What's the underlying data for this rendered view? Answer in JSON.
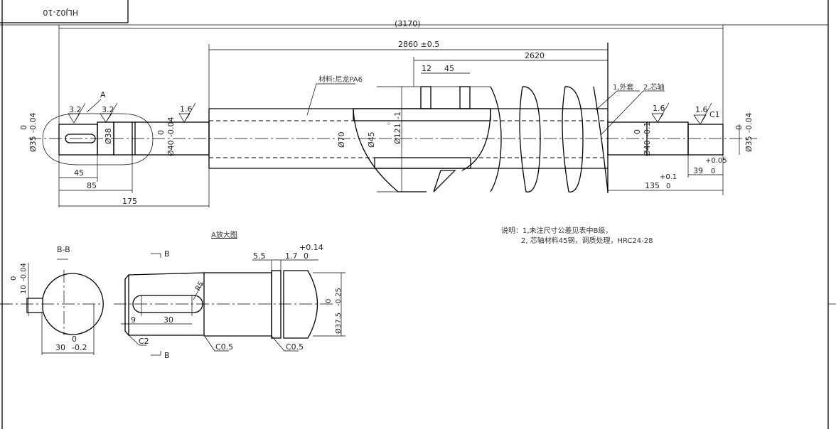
{
  "title_block": {
    "drawing_number": "HLJ02-10"
  },
  "main_view": {
    "dims": {
      "overall": "(3170)",
      "tube_length": "2860 ±0.5",
      "flight_length": "2620",
      "flight_thickness": "12",
      "flight_pitch": "45",
      "d_left_end": "Ø35",
      "d_left_end_tol_upper": "0",
      "d_left_end_tol_lower": "-0.04",
      "d_key_seat": "Ø38",
      "d_left_journal": "Ø40",
      "d_left_journal_tol_upper": "0",
      "d_left_journal_tol_lower": "-0.04",
      "d_tube": "Ø70",
      "d_bore": "Ø45",
      "d_flight": "Ø121",
      "d_flight_tol": "-1",
      "d_flight_tol_upper": "0",
      "len_45": "45",
      "len_85": "85",
      "len_175": "175",
      "d_right_journal": "Ø40",
      "d_right_journal_tol_upper": "0",
      "d_right_journal_tol_lower": "-0.1",
      "d_right_end": "Ø35",
      "d_right_end_tol_upper": "0",
      "d_right_end_tol_lower": "-0.04",
      "len_39": "39",
      "len_39_tol_upper": "+0.05",
      "len_39_tol_lower": "0",
      "len_135": "135",
      "len_135_tol_upper": "+0.1",
      "len_135_tol_lower": "0",
      "chamfer_c1": "C1"
    },
    "roughness": [
      "3.2",
      "3.2",
      "1.6",
      "1.6",
      "1.6"
    ],
    "detail_marker": "A",
    "material_note": "材料:尼龙PA6",
    "part_labels": [
      "1,外套",
      "2,芯轴"
    ]
  },
  "notes": {
    "line1": "说明：1,未注尺寸公差见表中B级，",
    "line2": "2, 芯轴材料45钢，调质处理，HRC24-28"
  },
  "section_bb": {
    "title": "B-B",
    "key_width": "10",
    "key_width_tol_upper": "0",
    "key_width_tol_lower": "-0.04",
    "depth": "30",
    "depth_tol_upper": "0",
    "depth_tol_lower": "-0.2"
  },
  "detail_a": {
    "title": "A放大图",
    "section_marker": "B",
    "keyway_offset": "9",
    "keyway_length": "30",
    "keyway_radius": "R5",
    "chamfer_c2": "C2",
    "chamfer_c05_a": "C0.5",
    "chamfer_c05_b": "C0.5",
    "groove_offset": "5.5",
    "groove_width": "1.7",
    "groove_tol_upper": "+0.14",
    "groove_tol_lower": "0",
    "groove_diameter": "Ø37.5",
    "groove_diameter_tol_upper": "0",
    "groove_diameter_tol_lower": "-0.25"
  }
}
